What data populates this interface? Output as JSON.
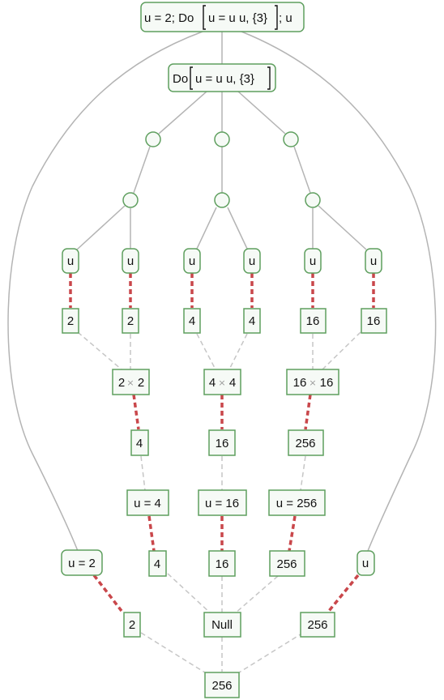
{
  "colors": {
    "node_border": "#5f9f5f",
    "node_fill": "#f6faf6",
    "tree_edge": "#b4b4b4",
    "eval_edge": "#c6c6c6",
    "assign_edge": "#c9474b",
    "text": "#111111"
  },
  "nodes": {
    "root": {
      "prefix": "u = 2; Do",
      "body": "u = u u, {3}",
      "suffix": "; u"
    },
    "do_expr": {
      "prefix": "Do",
      "body": "u = u u, {3}"
    },
    "u_leaves": [
      "u",
      "u",
      "u",
      "u",
      "u",
      "u"
    ],
    "u_values": [
      "2",
      "2",
      "4",
      "4",
      "16",
      "16"
    ],
    "products": [
      {
        "a": "2",
        "b": "2"
      },
      {
        "a": "4",
        "b": "4"
      },
      {
        "a": "16",
        "b": "16"
      }
    ],
    "product_results": [
      "4",
      "16",
      "256"
    ],
    "assignments": [
      "u = 4",
      "u = 16",
      "u = 256"
    ],
    "assignment_results": [
      "4",
      "16",
      "256"
    ],
    "initial_assignment": "u = 2",
    "initial_value": "2",
    "null_node": "Null",
    "final_u": "u",
    "final_u_value": "256",
    "result": "256"
  }
}
